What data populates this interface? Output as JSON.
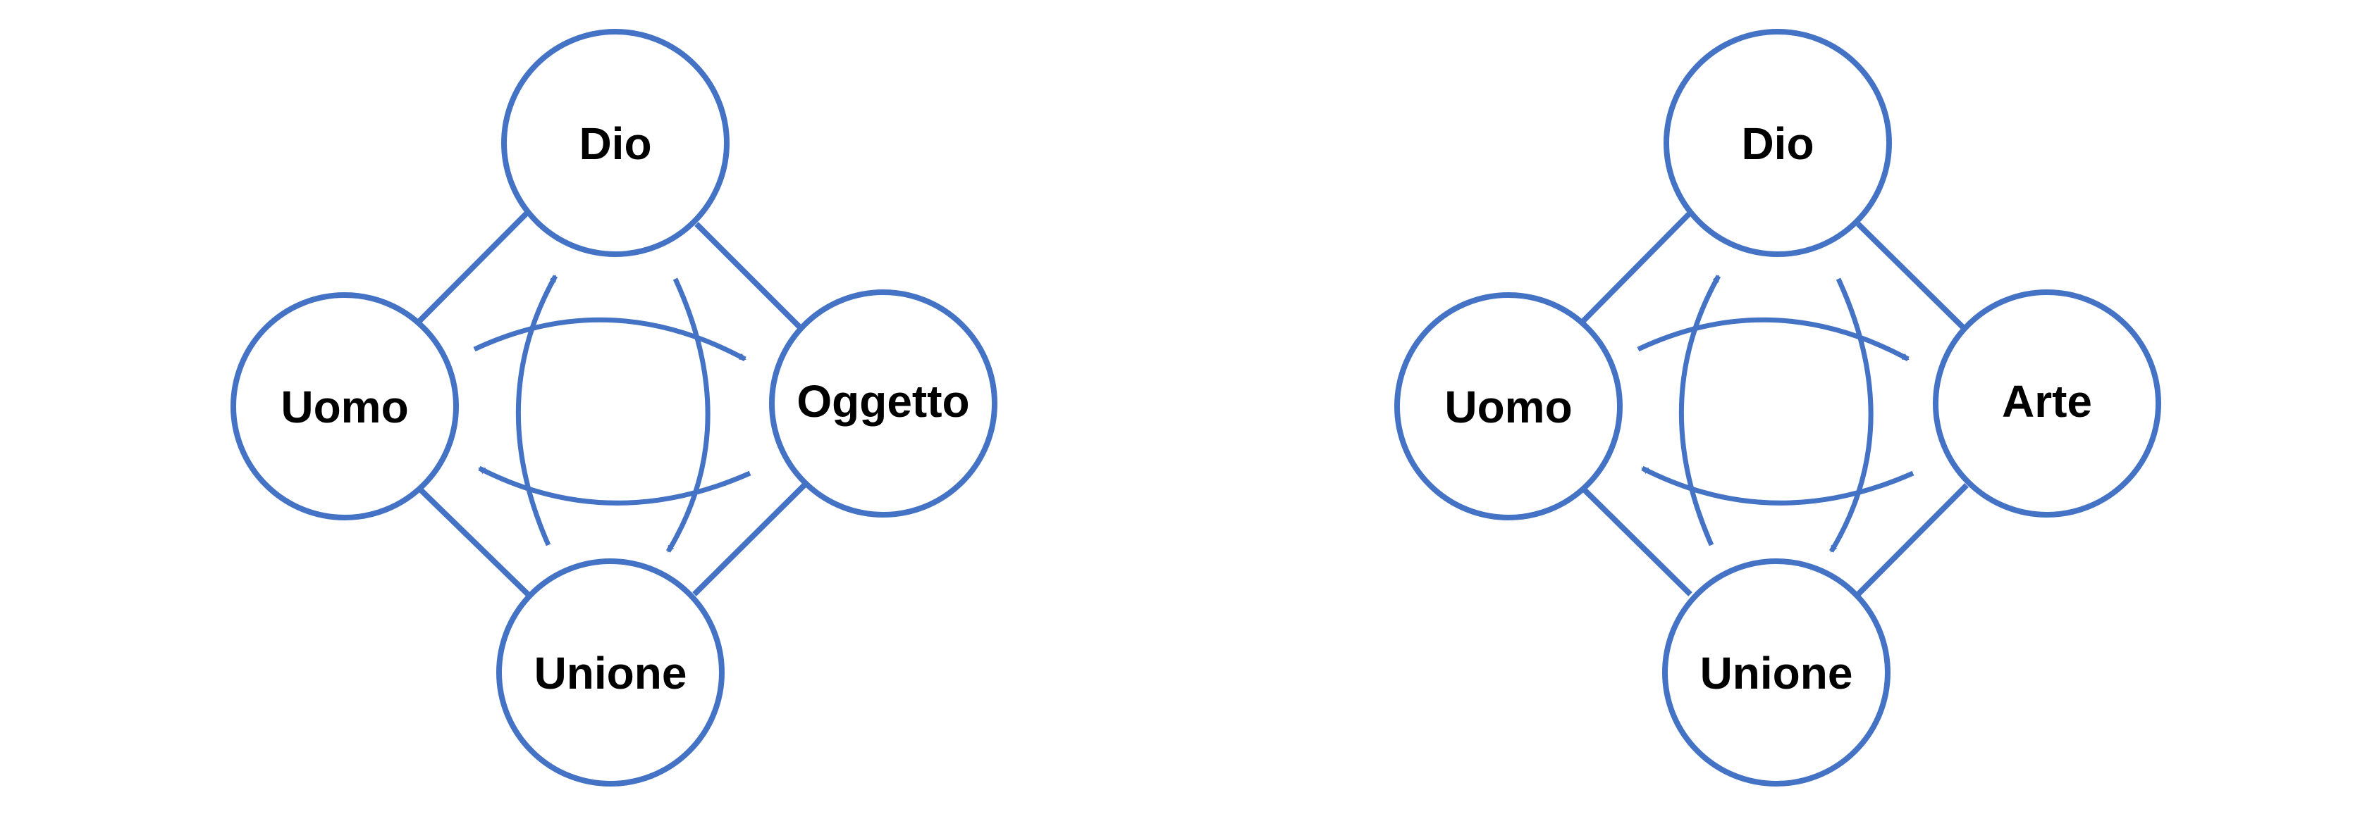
{
  "colors": {
    "stroke": "#4472C4",
    "text": "#000000",
    "background": "#FFFFFF"
  },
  "diagrams": [
    {
      "nodes": {
        "top": "Dio",
        "left": "Uomo",
        "right": "Oggetto",
        "bottom": "Unione"
      }
    },
    {
      "nodes": {
        "top": "Dio",
        "left": "Uomo",
        "right": "Arte",
        "bottom": "Unione"
      }
    }
  ]
}
